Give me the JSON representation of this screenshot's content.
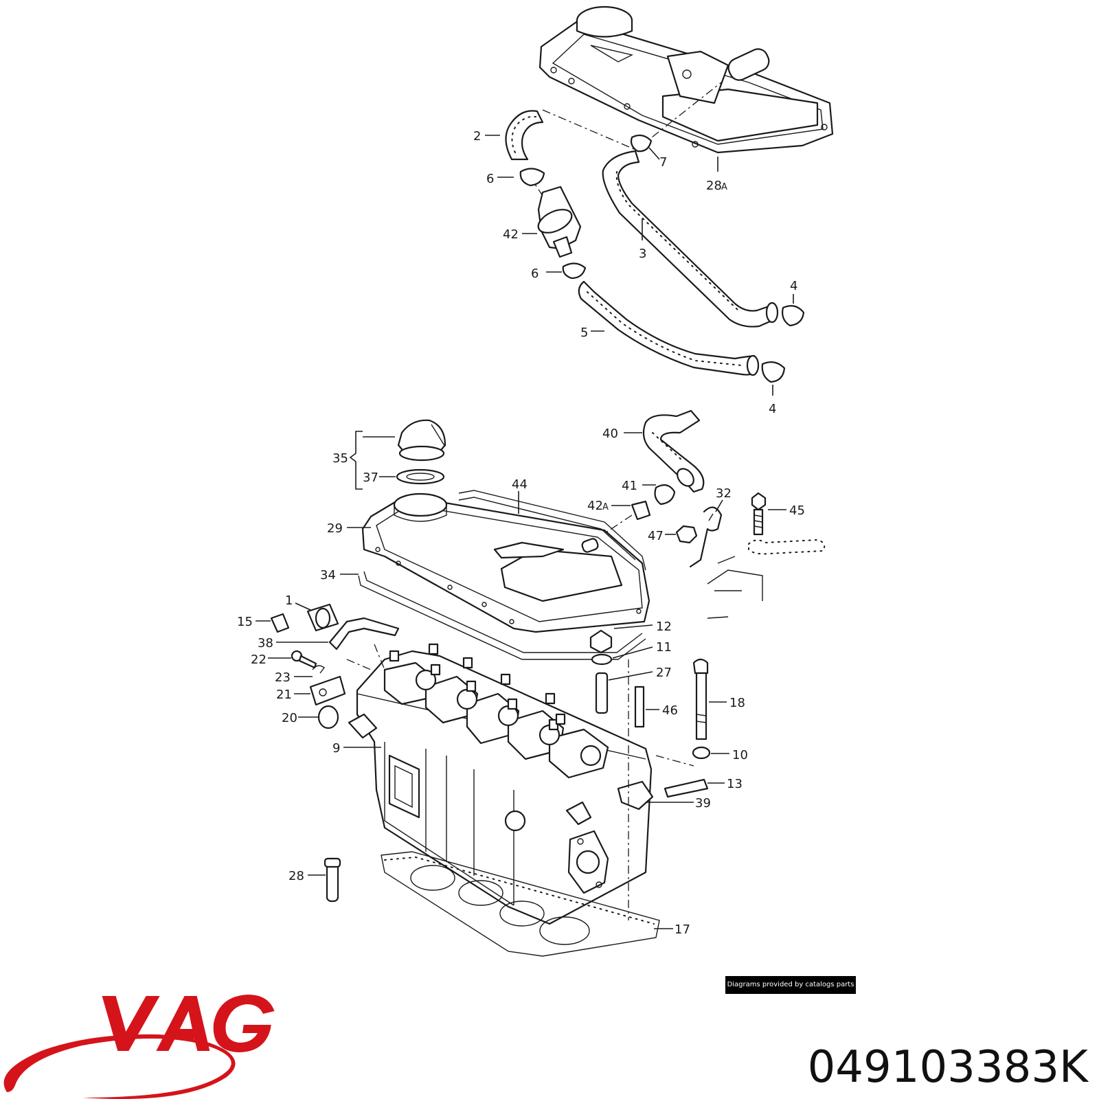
{
  "callouts": {
    "c1": "1",
    "c2": "2",
    "c3": "3",
    "c4a": "4",
    "c4b": "4",
    "c5": "5",
    "c6a": "6",
    "c6b": "6",
    "c7": "7",
    "c9": "9",
    "c10": "10",
    "c11": "11",
    "c12": "12",
    "c13": "13",
    "c15": "15",
    "c17": "17",
    "c18": "18",
    "c20": "20",
    "c21": "21",
    "c22": "22",
    "c23": "23",
    "c27": "27",
    "c28": "28",
    "c28a": "28",
    "c28a_suffix": "A",
    "c29": "29",
    "c32": "32",
    "c34": "34",
    "c35": "35",
    "c37": "37",
    "c38": "38",
    "c39": "39",
    "c40": "40",
    "c41": "41",
    "c42": "42",
    "c42a": "42",
    "c42a_suffix": "A",
    "c44": "44",
    "c45": "45",
    "c46": "46",
    "c47": "47"
  },
  "credit": "Diagrams provided by catalogs parts",
  "brand": {
    "name": "VAG",
    "color": "#d4141a"
  },
  "part_number": "049103383K"
}
